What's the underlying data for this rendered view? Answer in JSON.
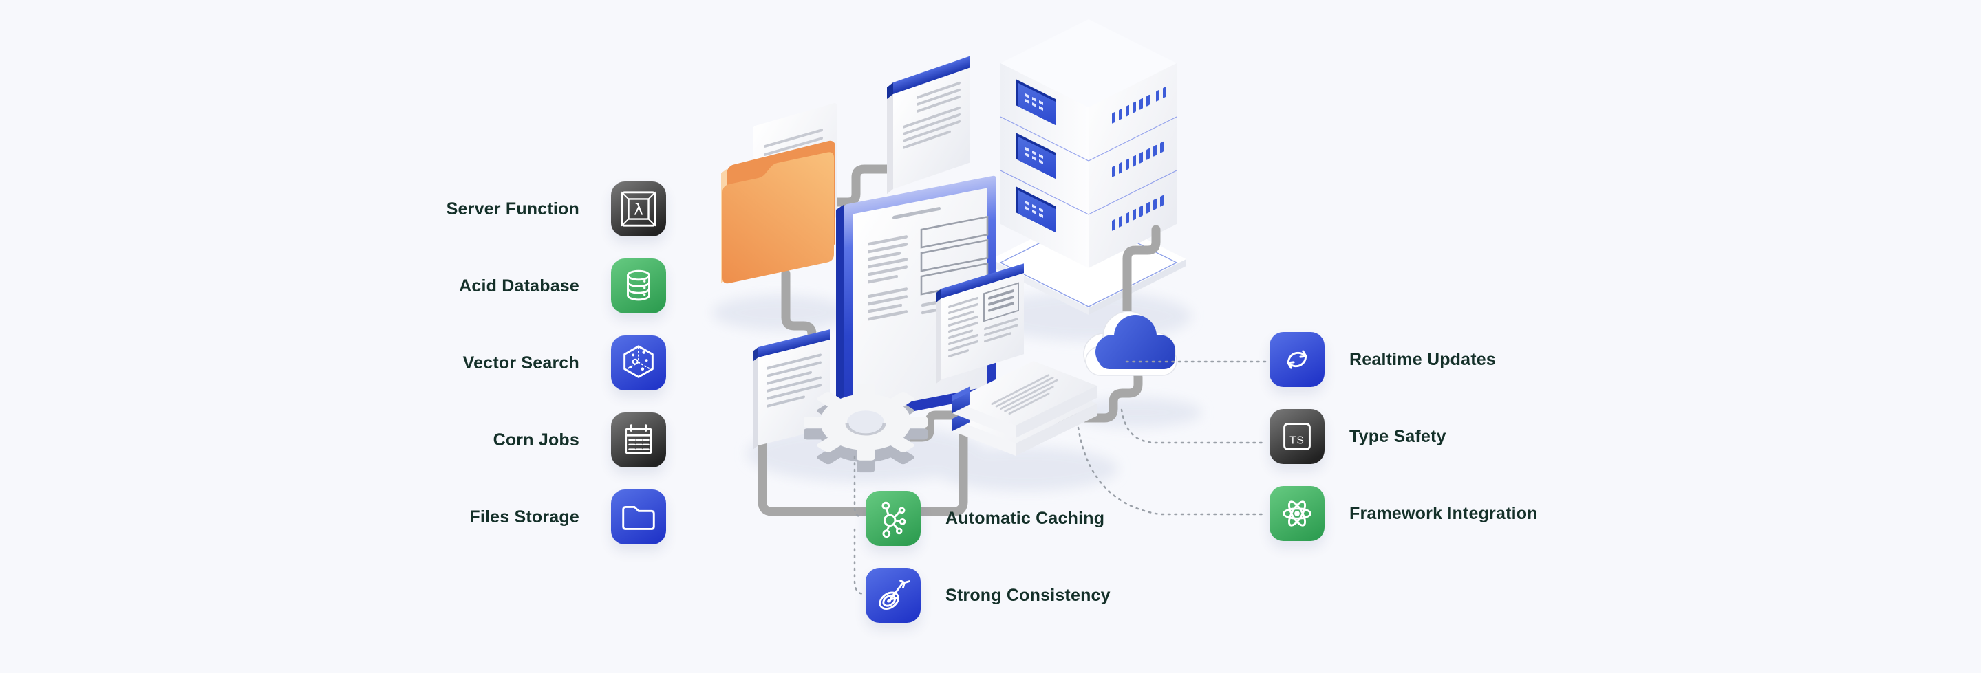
{
  "theme": {
    "background": "#f7f8fc",
    "text_color": "#143029",
    "pipe_gray": "#a7a7a7",
    "dotted_gray": "#9aa0a8",
    "tile_dark": "#222222",
    "tile_dark_light": "#7a7a7a",
    "tile_green": "#2f9e52",
    "tile_green_light": "#66ca81",
    "tile_blue": "#2236c9",
    "tile_blue_light": "#5570e6",
    "illustration_blue": "#2b45cb",
    "illustration_blue_light": "#aab6f2",
    "folder_orange": "#ee8e4b",
    "folder_orange_light": "#f9c17c"
  },
  "features": {
    "left": [
      {
        "label": "Server Function",
        "icon": "lambda-keycap-icon",
        "tile": "dark"
      },
      {
        "label": "Acid Database",
        "icon": "database-icon",
        "tile": "green"
      },
      {
        "label": "Vector Search",
        "icon": "vector-cube-icon",
        "tile": "blue"
      },
      {
        "label": "Corn Jobs",
        "icon": "calendar-icon",
        "tile": "dark"
      },
      {
        "label": "Files Storage",
        "icon": "folder-icon",
        "tile": "blue"
      }
    ],
    "right": [
      {
        "label": "Realtime Updates",
        "icon": "sync-icon",
        "tile": "blue"
      },
      {
        "label": "Type Safety",
        "icon": "typescript-icon",
        "tile": "dark"
      },
      {
        "label": "Framework Integration",
        "icon": "react-atom-icon",
        "tile": "green"
      }
    ],
    "bottom": [
      {
        "label": "Automatic Caching",
        "icon": "graph-nodes-icon",
        "tile": "green"
      },
      {
        "label": "Strong Consistency",
        "icon": "target-arrow-icon",
        "tile": "blue"
      }
    ]
  },
  "illustration": {
    "parts": [
      "orange-folder",
      "document-page",
      "top-document",
      "browser-window",
      "side-document",
      "server-rack",
      "cloud",
      "gear",
      "paper-stack",
      "connector-pipes",
      "dotted-connectors",
      "shadows"
    ]
  }
}
